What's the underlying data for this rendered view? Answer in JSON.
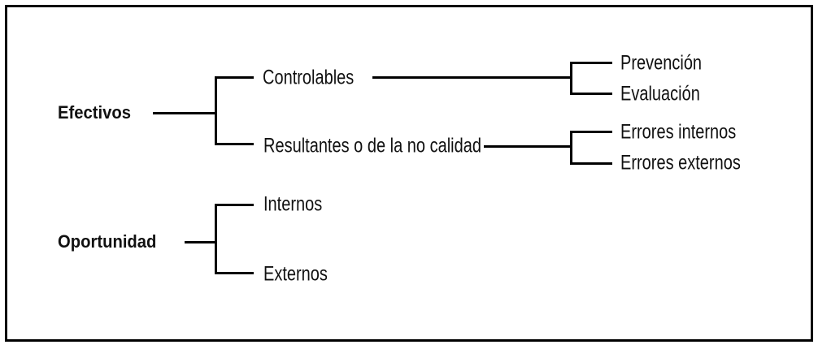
{
  "diagram": {
    "type": "tree",
    "language": "es",
    "colors": {
      "background": "#ffffff",
      "line": "#000000",
      "text": "#111111",
      "border": "#000000"
    },
    "tree": [
      {
        "label": "Efectivos",
        "children": [
          {
            "label": "Controlables",
            "children": [
              {
                "label": "Prevención"
              },
              {
                "label": "Evaluación"
              }
            ]
          },
          {
            "label": "Resultantes o de la no calidad",
            "children": [
              {
                "label": "Errores internos"
              },
              {
                "label": "Errores externos"
              }
            ]
          }
        ]
      },
      {
        "label": "Oportunidad",
        "children": [
          {
            "label": "Internos"
          },
          {
            "label": "Externos"
          }
        ]
      }
    ]
  }
}
